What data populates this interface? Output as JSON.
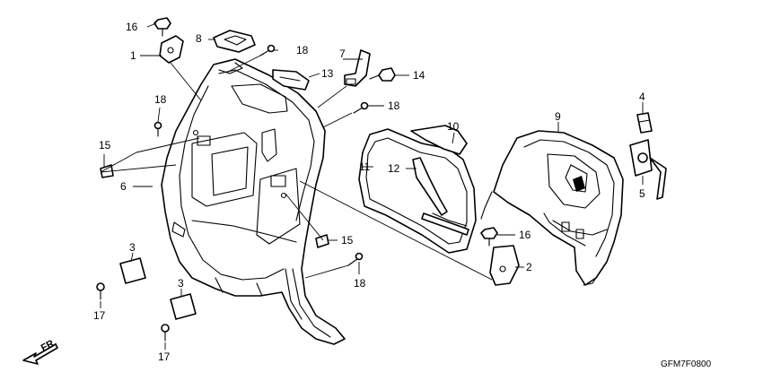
{
  "diagram_code": "GFM7F0800",
  "front_label": "FR.",
  "callouts": {
    "c1": "1",
    "c2": "2",
    "c3a": "3",
    "c3b": "3",
    "c4": "4",
    "c5": "5",
    "c6": "6",
    "c7": "7",
    "c8": "8",
    "c9": "9",
    "c10": "10",
    "c11": "11",
    "c12": "12",
    "c13": "13",
    "c14": "14",
    "c15a": "15",
    "c15b": "15",
    "c16a": "16",
    "c16b": "16",
    "c17a": "17",
    "c17b": "17",
    "c18a": "18",
    "c18b": "18",
    "c18c": "18",
    "c18d": "18"
  }
}
